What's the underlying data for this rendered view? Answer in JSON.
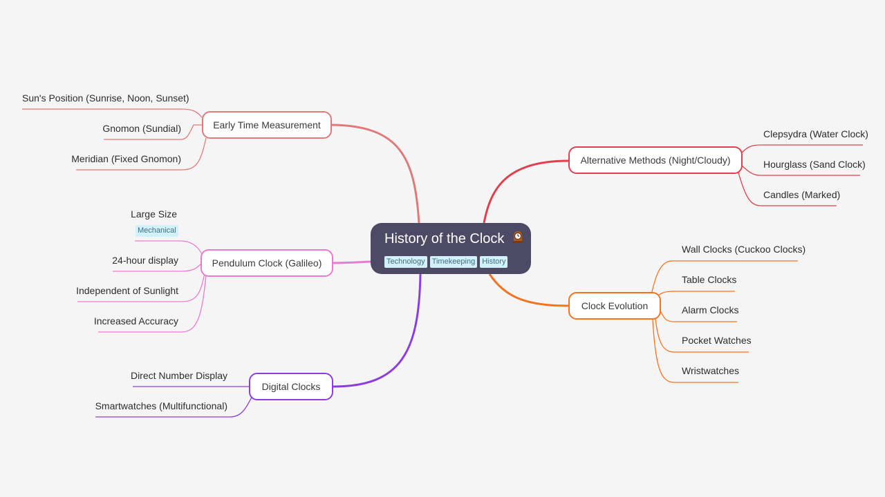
{
  "title": "History of the Clock",
  "center": {
    "icon": "mantelpiece-clock-icon",
    "tags": [
      "Technology",
      "Timekeeping",
      "History"
    ]
  },
  "branches": {
    "early": {
      "label": "Early Time Measurement",
      "color": "#e07a7a",
      "children": [
        "Sun's Position (Sunrise, Noon, Sunset)",
        "Gnomon (Sundial)",
        "Meridian (Fixed Gnomon)"
      ]
    },
    "pendulum": {
      "label": "Pendulum Clock (Galileo)",
      "color": "#ea7ad0",
      "children": [
        "Large Size",
        "24-hour display",
        "Independent of Sunlight",
        "Increased Accuracy"
      ],
      "child_tag": "Mechanical"
    },
    "digital": {
      "label": "Digital Clocks",
      "color": "#8d3ddd",
      "children": [
        "Direct Number Display",
        "Smartwatches (Multifunctional)"
      ]
    },
    "alternative": {
      "label": "Alternative Methods (Night/Cloudy)",
      "color": "#e0404e",
      "children": [
        "Clepsydra (Water Clock)",
        "Hourglass (Sand Clock)",
        "Candles (Marked)"
      ]
    },
    "evolution": {
      "label": "Clock Evolution",
      "color": "#f47320",
      "children": [
        "Wall Clocks (Cuckoo Clocks)",
        "Table Clocks",
        "Alarm Clocks",
        "Pocket Watches",
        "Wristwatches"
      ]
    }
  }
}
